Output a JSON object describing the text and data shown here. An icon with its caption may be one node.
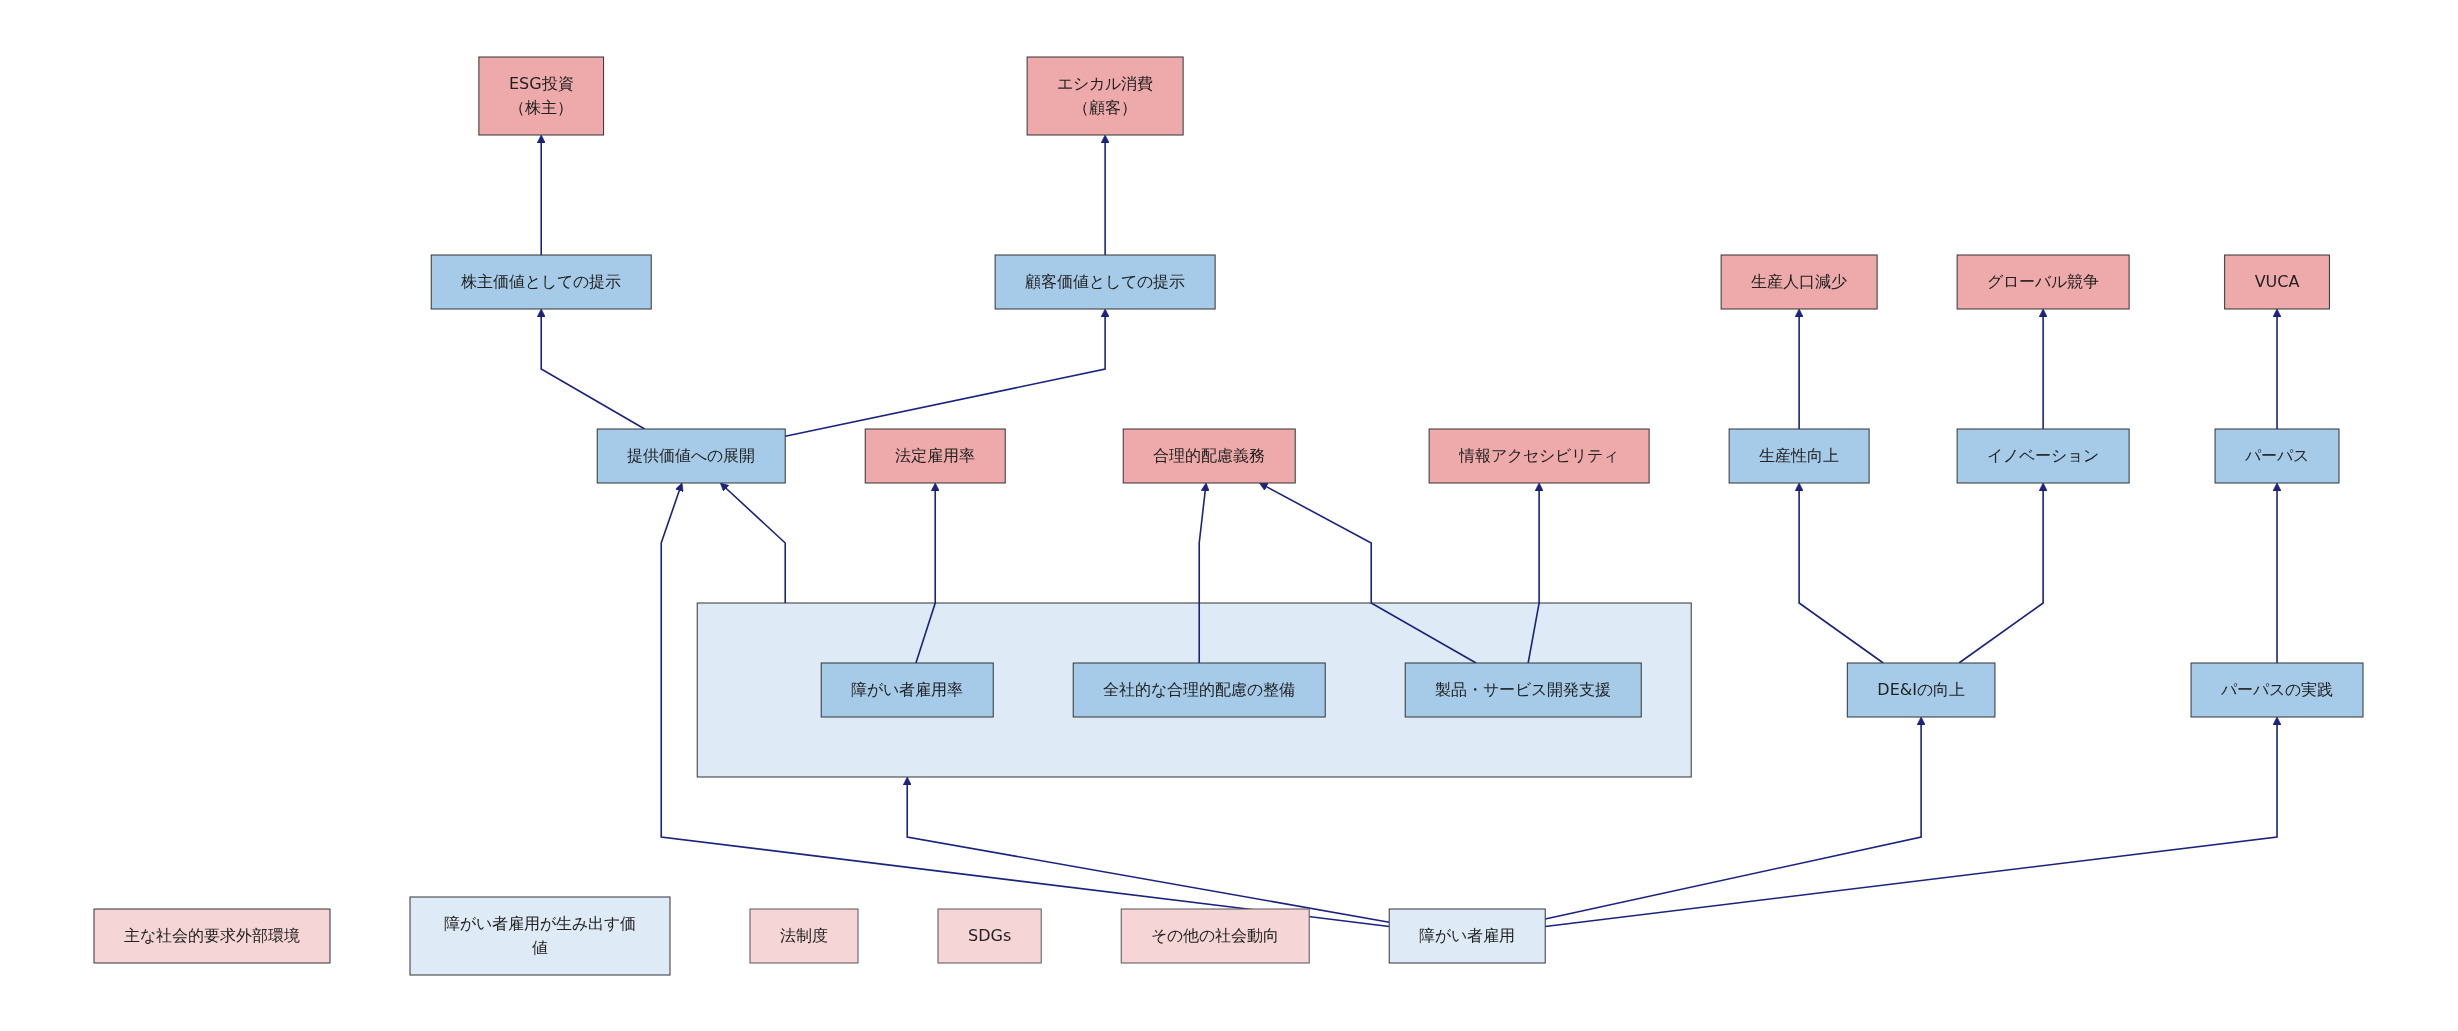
{
  "diagram": {
    "nodes": [
      {
        "text": [
          "法制度"
        ]
      },
      {
        "text": [
          "SDGs"
        ]
      },
      {
        "text": [
          "その他の社会動向"
        ]
      },
      {
        "text": [
          "主な社会的要求外部環境"
        ]
      },
      {
        "text": [
          "法定雇用率"
        ]
      },
      {
        "text": [
          "合理的配慮義務"
        ]
      },
      {
        "text": [
          "情報アクセシビリティ"
        ]
      },
      {
        "text": [
          "ESG投資",
          "（株主）"
        ]
      },
      {
        "text": [
          "エシカル消費",
          "（顧客）"
        ]
      },
      {
        "text": [
          "生産人口減少"
        ]
      },
      {
        "text": [
          "グローバル競争"
        ]
      },
      {
        "text": [
          "VUCA"
        ]
      },
      {
        "text": [
          "障がい者雇用が生み出す価値"
        ]
      },
      {
        "text": [
          "株主価値としての提示"
        ]
      },
      {
        "text": [
          "顧客価値としての提示"
        ]
      },
      {
        "text": [
          "生産性向上"
        ]
      },
      {
        "text": [
          "イノベーション"
        ]
      },
      {
        "text": [
          "パーパス"
        ]
      },
      {
        "text": [],
        "shape": "box"
      },
      {
        "text": [
          "障がい者雇用率"
        ],
        "in": 18
      },
      {
        "text": [
          "全社的な合理的配慮の整備"
        ],
        "in": 18
      },
      {
        "text": [
          "製品・サービス開発支援"
        ],
        "in": 18
      },
      {
        "text": [
          "提供価値への展開"
        ]
      },
      {
        "text": [
          "DE&Iの向上"
        ]
      },
      {
        "text": [
          "パーパスの実践"
        ]
      },
      {
        "text": [
          "障がい者雇用"
        ]
      }
    ],
    "edges": [
      {
        "from": 19,
        "to": 4,
        "arrow": "to"
      },
      {
        "from": 20,
        "to": 5,
        "arrow": "to"
      },
      {
        "from": 21,
        "to": 5,
        "arrow": "to"
      },
      {
        "from": 21,
        "to": 6,
        "arrow": "to"
      },
      {
        "from": 18,
        "to": 22,
        "arrow": "to"
      },
      {
        "from": 22,
        "to": 13,
        "arrow": "to"
      },
      {
        "from": 22,
        "to": 14,
        "arrow": "to"
      },
      {
        "from": 23,
        "to": 15,
        "arrow": "to"
      },
      {
        "from": 23,
        "to": 16,
        "arrow": "to"
      },
      {
        "from": 24,
        "to": 17,
        "arrow": "to"
      },
      {
        "from": 13,
        "to": 7,
        "arrow": "to"
      },
      {
        "from": 14,
        "to": 8,
        "arrow": "to"
      },
      {
        "from": 15,
        "to": 9,
        "arrow": "to"
      },
      {
        "from": 16,
        "to": 10,
        "arrow": "to"
      },
      {
        "from": 17,
        "to": 11,
        "arrow": "to"
      },
      {
        "from": 25,
        "to": 18,
        "arrow": "to"
      },
      {
        "from": 25,
        "to": 22,
        "arrow": "to"
      },
      {
        "from": 25,
        "to": 23,
        "arrow": "to"
      },
      {
        "from": 25,
        "to": 24,
        "arrow": "to"
      }
    ]
  }
}
